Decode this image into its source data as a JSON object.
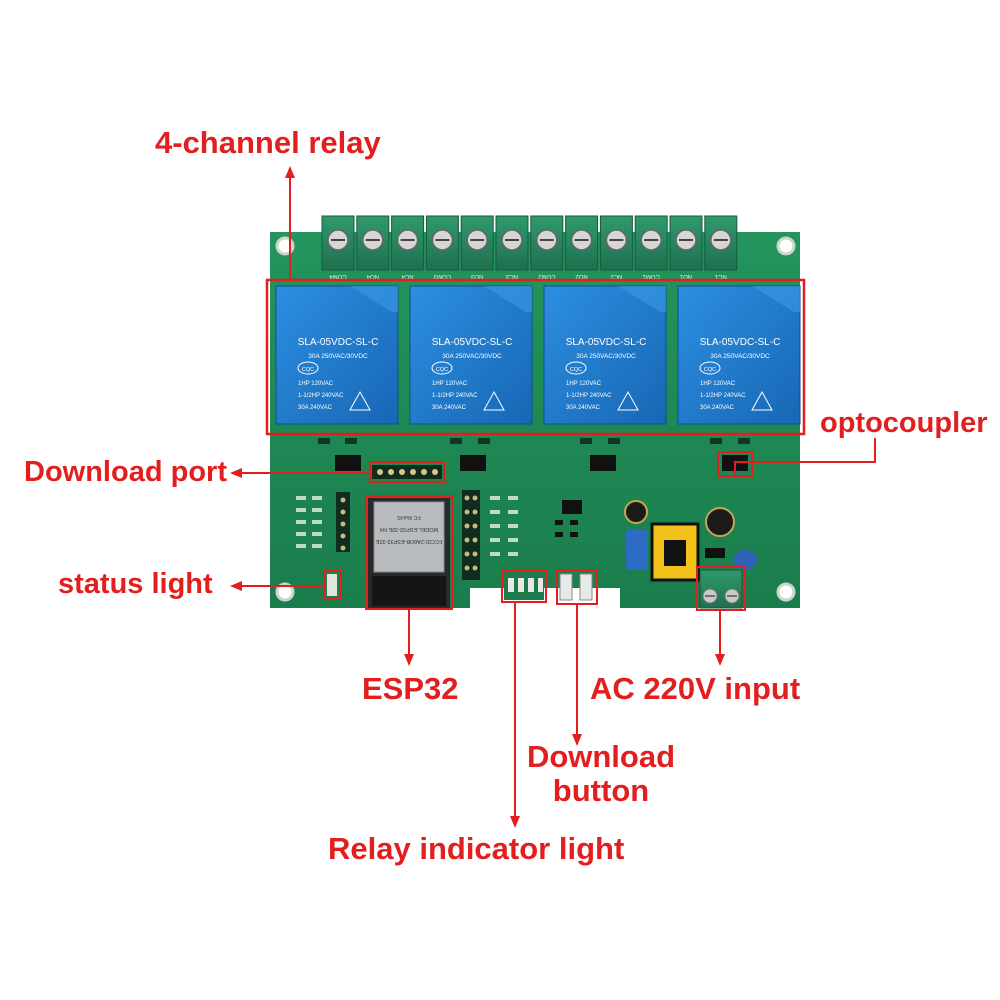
{
  "callouts": {
    "relay": "4-channel relay",
    "optocoupler": "optocoupler",
    "download_port": "Download port",
    "status_light": "status light",
    "esp32": "ESP32",
    "ac_input": "AC 220V input",
    "download_button_line1": "Download",
    "download_button_line2": "button",
    "relay_indicator": "Relay indicator light"
  },
  "board": {
    "relay_model": "SLA-05VDC-SL-C",
    "relay_rating": "30A 250VAC/30VDC",
    "relay_cert": "CQC",
    "relay_spec_1": "1HP 120VAC",
    "relay_spec_2": "1-1/2HP 240VAC",
    "relay_spec_3": "30A 240VAC",
    "terminal_labels": [
      "COM4",
      "NO4",
      "NC4",
      "COM3",
      "NO3",
      "NC3",
      "COM2",
      "NO2",
      "NC2",
      "COM1",
      "NO1",
      "NC1"
    ],
    "esp32_labels": [
      "FC RoHS",
      "MODEL:ESP32-32E N4",
      "FCCID:2A6DB-ESP32-32E"
    ]
  },
  "colors": {
    "annotation": "#e31e1e",
    "pcb": "#1f8a55",
    "relay_blue": "#1f7bd0",
    "terminal_green": "#2a8a63"
  }
}
